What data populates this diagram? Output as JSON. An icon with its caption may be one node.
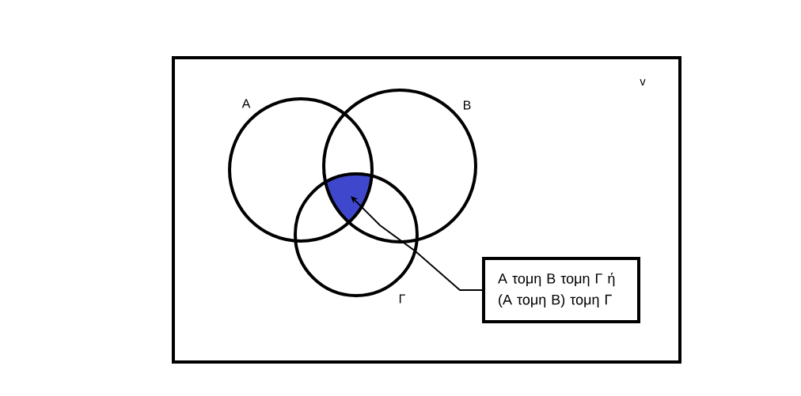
{
  "diagram": {
    "nodes": [
      {
        "text": [
          "v"
        ]
      },
      {
        "text": [
          "Α"
        ],
        "in": 0
      },
      {
        "text": [
          "Β"
        ],
        "in": 0
      },
      {
        "text": [
          "Γ"
        ],
        "in": 0
      },
      {
        "text": [
          "Α τομη Β τομη Γ ή (Α τομη Β) τομη Γ"
        ],
        "in": 0
      },
      {
        "text": [],
        "shape": "triangle",
        "in": 0
      }
    ],
    "edges": [
      {
        "from": 4,
        "to": 5,
        "arrow": "to"
      }
    ]
  }
}
